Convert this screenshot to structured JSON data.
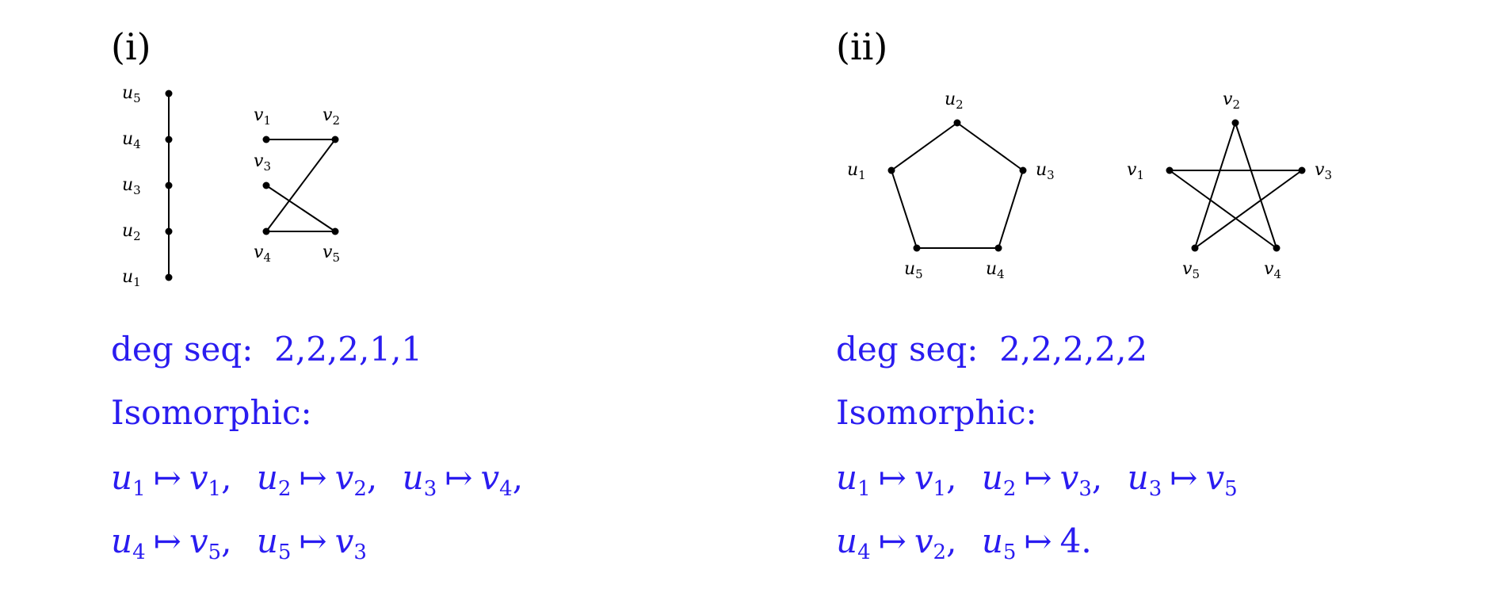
{
  "panels": [
    {
      "label": "(i)",
      "graphs": [
        {
          "vertices": [
            {
              "name": "u",
              "sub": "5"
            },
            {
              "name": "u",
              "sub": "4"
            },
            {
              "name": "u",
              "sub": "3"
            },
            {
              "name": "u",
              "sub": "2"
            },
            {
              "name": "u",
              "sub": "1"
            }
          ],
          "edges": [
            [
              "u5",
              "u4"
            ],
            [
              "u4",
              "u3"
            ],
            [
              "u3",
              "u2"
            ],
            [
              "u2",
              "u1"
            ]
          ]
        },
        {
          "vertices": [
            {
              "name": "v",
              "sub": "1"
            },
            {
              "name": "v",
              "sub": "2"
            },
            {
              "name": "v",
              "sub": "3"
            },
            {
              "name": "v",
              "sub": "4"
            },
            {
              "name": "v",
              "sub": "5"
            }
          ],
          "edges": [
            [
              "v1",
              "v2"
            ],
            [
              "v2",
              "v4"
            ],
            [
              "v3",
              "v5"
            ],
            [
              "v4",
              "v5"
            ]
          ]
        }
      ],
      "deg_seq_label": "deg seq:",
      "deg_seq": "2,2,2,1,1",
      "isomorphic_label": "Isomorphic:",
      "mapping_lines": [
        [
          {
            "from": "u",
            "from_sub": "1",
            "to": "v",
            "to_sub": "1",
            "trail": ","
          },
          {
            "from": "u",
            "from_sub": "2",
            "to": "v",
            "to_sub": "2",
            "trail": ","
          },
          {
            "from": "u",
            "from_sub": "3",
            "to": "v",
            "to_sub": "4",
            "trail": ","
          }
        ],
        [
          {
            "from": "u",
            "from_sub": "4",
            "to": "v",
            "to_sub": "5",
            "trail": ","
          },
          {
            "from": "u",
            "from_sub": "5",
            "to": "v",
            "to_sub": "3",
            "trail": ""
          }
        ]
      ]
    },
    {
      "label": "(ii)",
      "graphs": [
        {
          "vertices": [
            {
              "name": "u",
              "sub": "2"
            },
            {
              "name": "u",
              "sub": "1"
            },
            {
              "name": "u",
              "sub": "3"
            },
            {
              "name": "u",
              "sub": "5"
            },
            {
              "name": "u",
              "sub": "4"
            }
          ],
          "edges": [
            [
              "u2",
              "u3"
            ],
            [
              "u3",
              "u4"
            ],
            [
              "u4",
              "u5"
            ],
            [
              "u5",
              "u1"
            ],
            [
              "u1",
              "u2"
            ]
          ]
        },
        {
          "vertices": [
            {
              "name": "v",
              "sub": "2"
            },
            {
              "name": "v",
              "sub": "1"
            },
            {
              "name": "v",
              "sub": "3"
            },
            {
              "name": "v",
              "sub": "5"
            },
            {
              "name": "v",
              "sub": "4"
            }
          ],
          "edges": [
            [
              "v2",
              "v5"
            ],
            [
              "v5",
              "v3"
            ],
            [
              "v3",
              "v1"
            ],
            [
              "v1",
              "v4"
            ],
            [
              "v4",
              "v2"
            ]
          ]
        }
      ],
      "deg_seq_label": "deg seq:",
      "deg_seq": "2,2,2,2,2",
      "isomorphic_label": "Isomorphic:",
      "mapping_lines": [
        [
          {
            "from": "u",
            "from_sub": "1",
            "to": "v",
            "to_sub": "1",
            "trail": ","
          },
          {
            "from": "u",
            "from_sub": "2",
            "to": "v",
            "to_sub": "3",
            "trail": ","
          },
          {
            "from": "u",
            "from_sub": "3",
            "to": "v",
            "to_sub": "5",
            "trail": ""
          }
        ],
        [
          {
            "from": "u",
            "from_sub": "4",
            "to": "v",
            "to_sub": "2",
            "trail": ","
          },
          {
            "from": "u",
            "from_sub": "5",
            "to": "",
            "to_sub": "",
            "to_plain": "4.",
            "trail": ""
          }
        ]
      ]
    }
  ],
  "colors": {
    "annotation": "#2a1cf0",
    "graph": "#000000"
  },
  "mapping_arrow": "↦"
}
